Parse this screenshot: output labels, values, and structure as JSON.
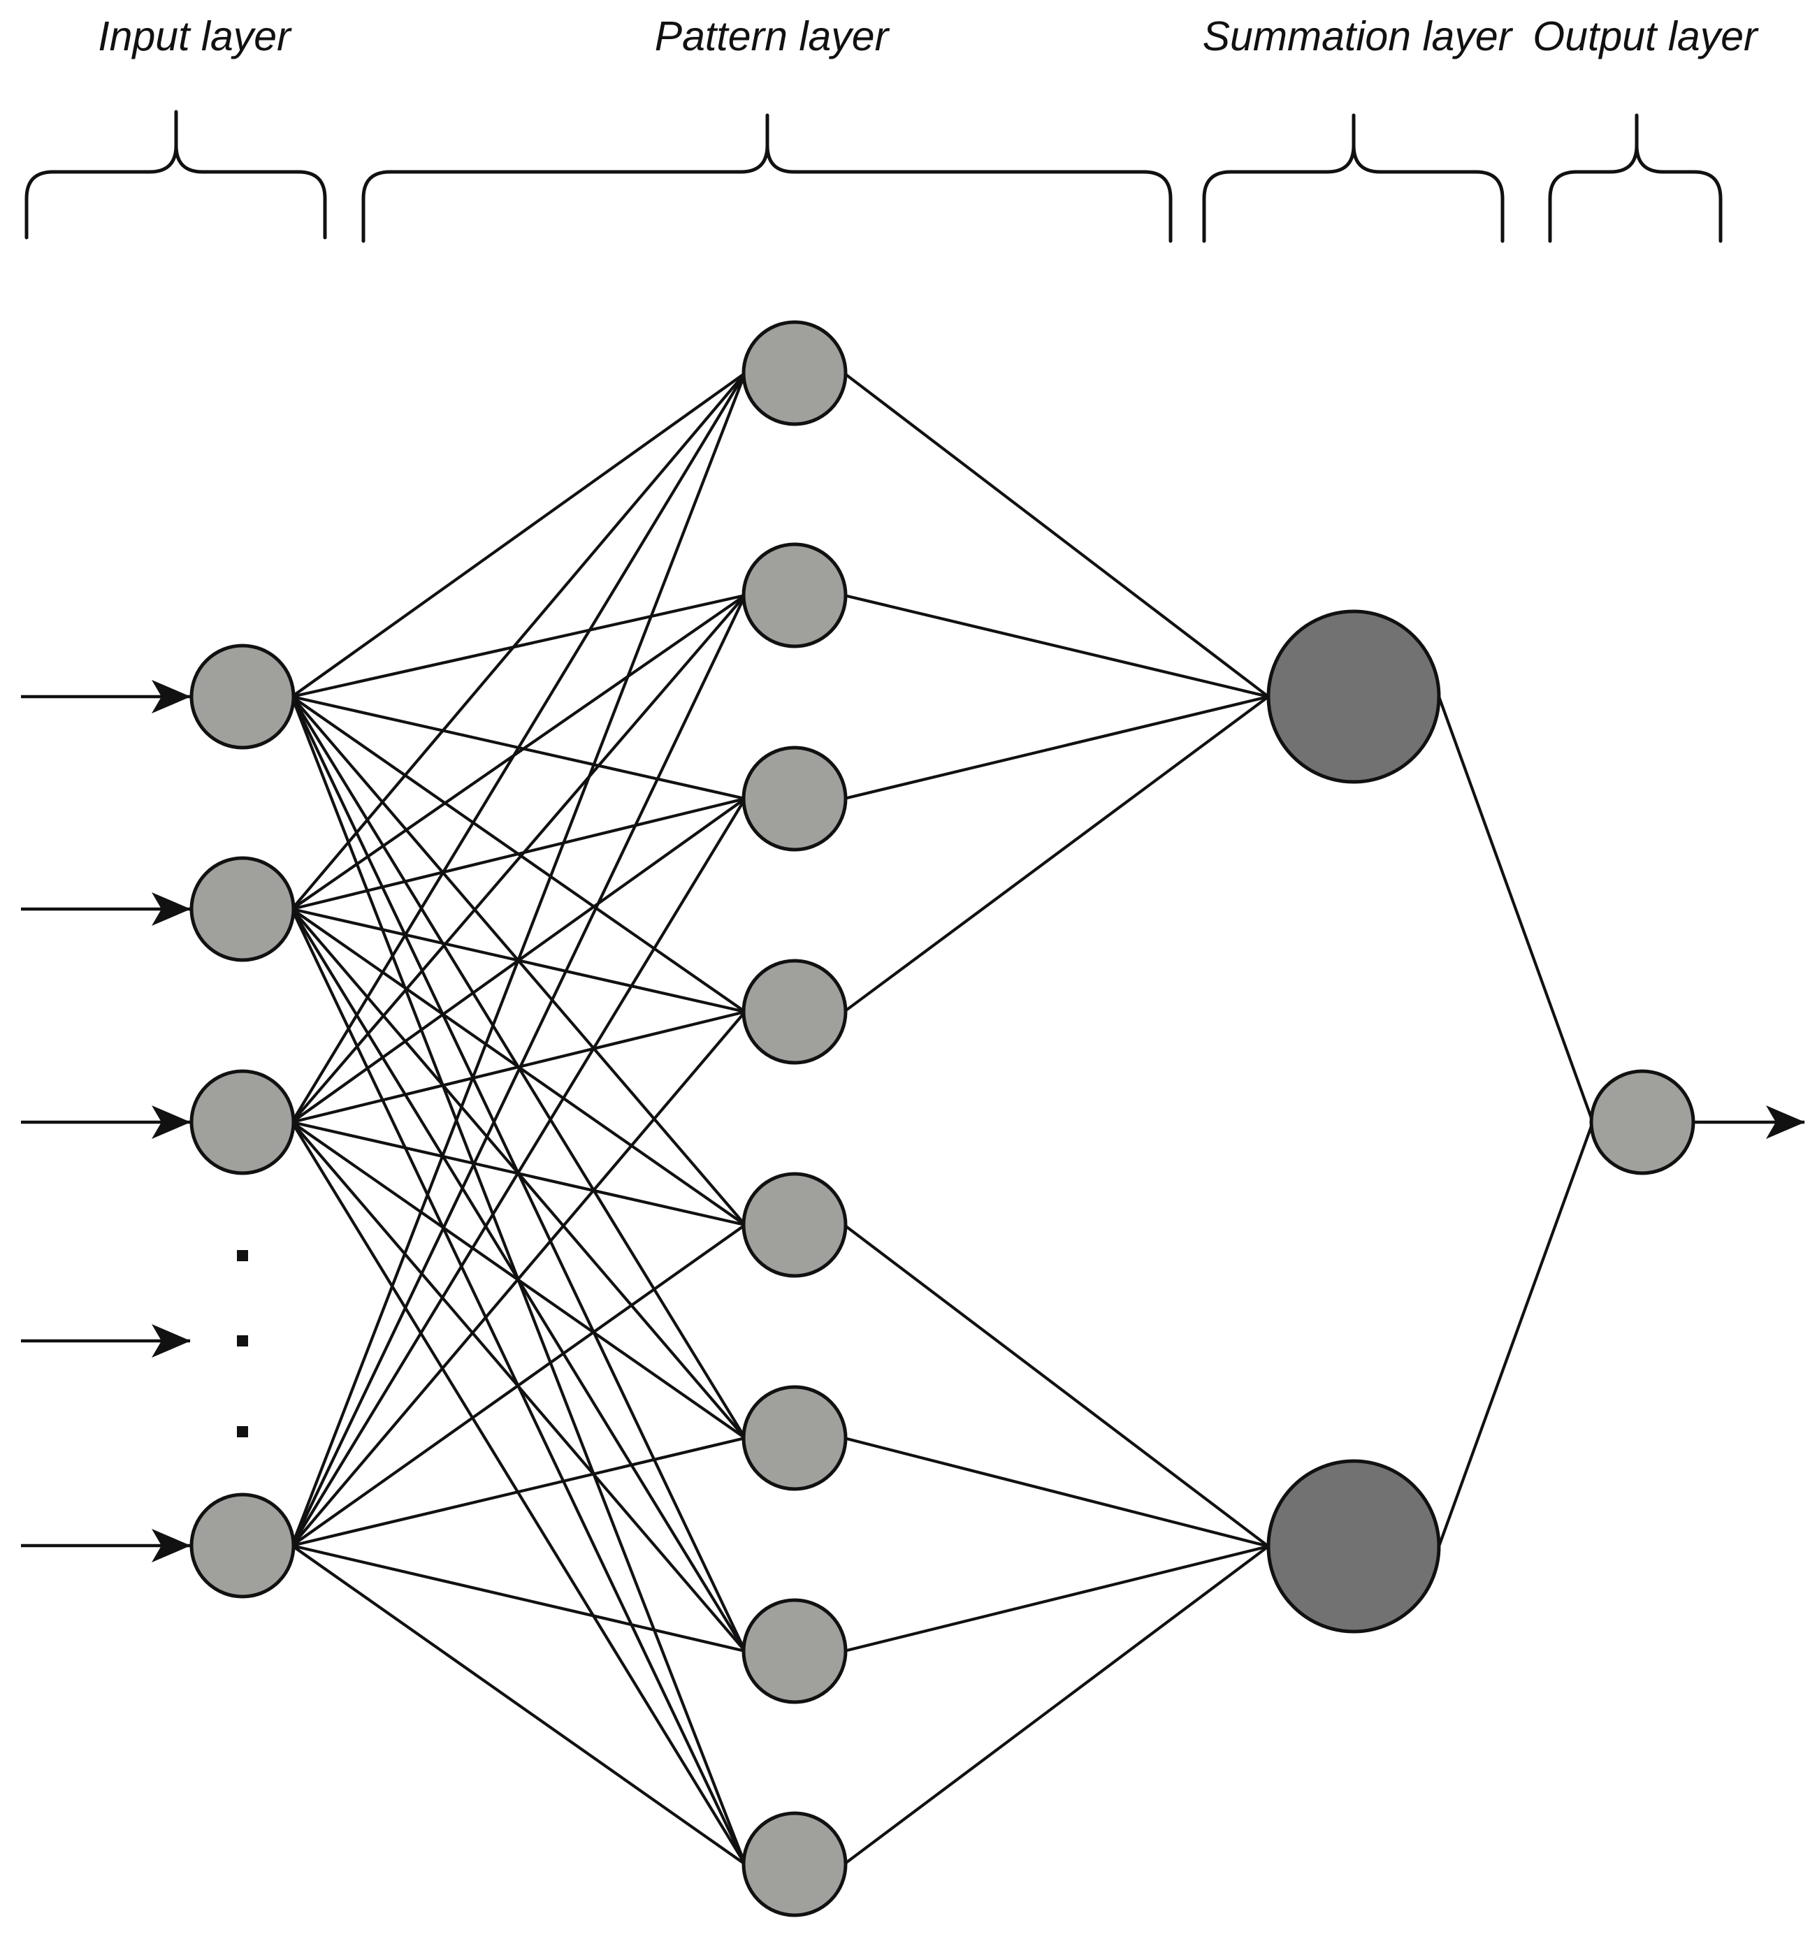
{
  "labels": {
    "input": "Input layer",
    "pattern": "Pattern layer",
    "summation": "Summation layer",
    "output": "Output layer"
  },
  "colors": {
    "line": "#111111",
    "node_fill": "#a0a09c",
    "summation_fill": "#727272",
    "background": "#ffffff"
  },
  "structure": {
    "input_nodes": 4,
    "input_ellipsis": true,
    "pattern_nodes": 8,
    "summation_nodes": 2,
    "output_nodes": 1,
    "pattern_groups": [
      [
        0,
        1,
        2,
        3
      ],
      [
        4,
        5,
        6,
        7
      ]
    ],
    "input_arrows": 5,
    "output_arrows": 1
  }
}
